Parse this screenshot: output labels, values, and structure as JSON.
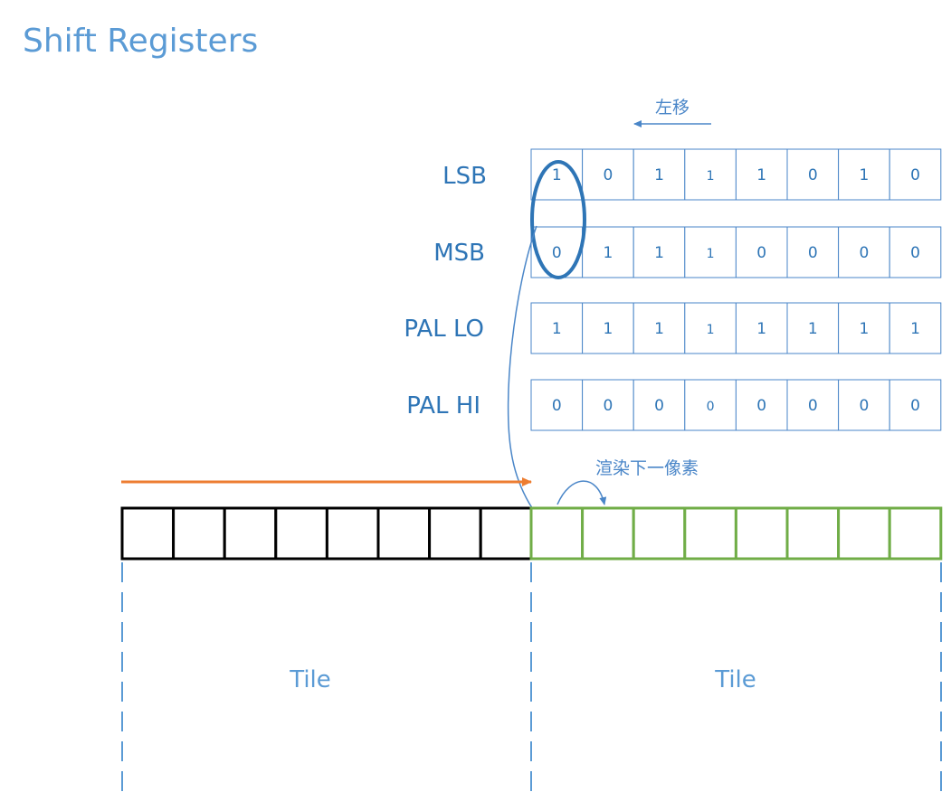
{
  "title": "Shift Registers",
  "shift_note": "左移",
  "render_note": "渲染下一像素",
  "registers": [
    {
      "label": "LSB",
      "bits": [
        "1",
        "0",
        "1",
        "1",
        "1",
        "0",
        "1",
        "0"
      ]
    },
    {
      "label": "MSB",
      "bits": [
        "0",
        "1",
        "1",
        "1",
        "0",
        "0",
        "0",
        "0"
      ]
    },
    {
      "label": "PAL LO",
      "bits": [
        "1",
        "1",
        "1",
        "1",
        "1",
        "1",
        "1",
        "1"
      ]
    },
    {
      "label": "PAL HI",
      "bits": [
        "0",
        "0",
        "0",
        "0",
        "0",
        "0",
        "0",
        "0"
      ]
    }
  ],
  "tiles": [
    {
      "label": "Tile",
      "color": "#000000"
    },
    {
      "label": "Tile",
      "color": "#70ad47"
    }
  ],
  "colors": {
    "accent": "#5b9bd5",
    "register_border": "#4a86c8",
    "progress_arrow": "#ed7d31",
    "current_tile": "#70ad47",
    "previous_tile": "#000000",
    "highlight_ellipse": "#2e75b6"
  }
}
